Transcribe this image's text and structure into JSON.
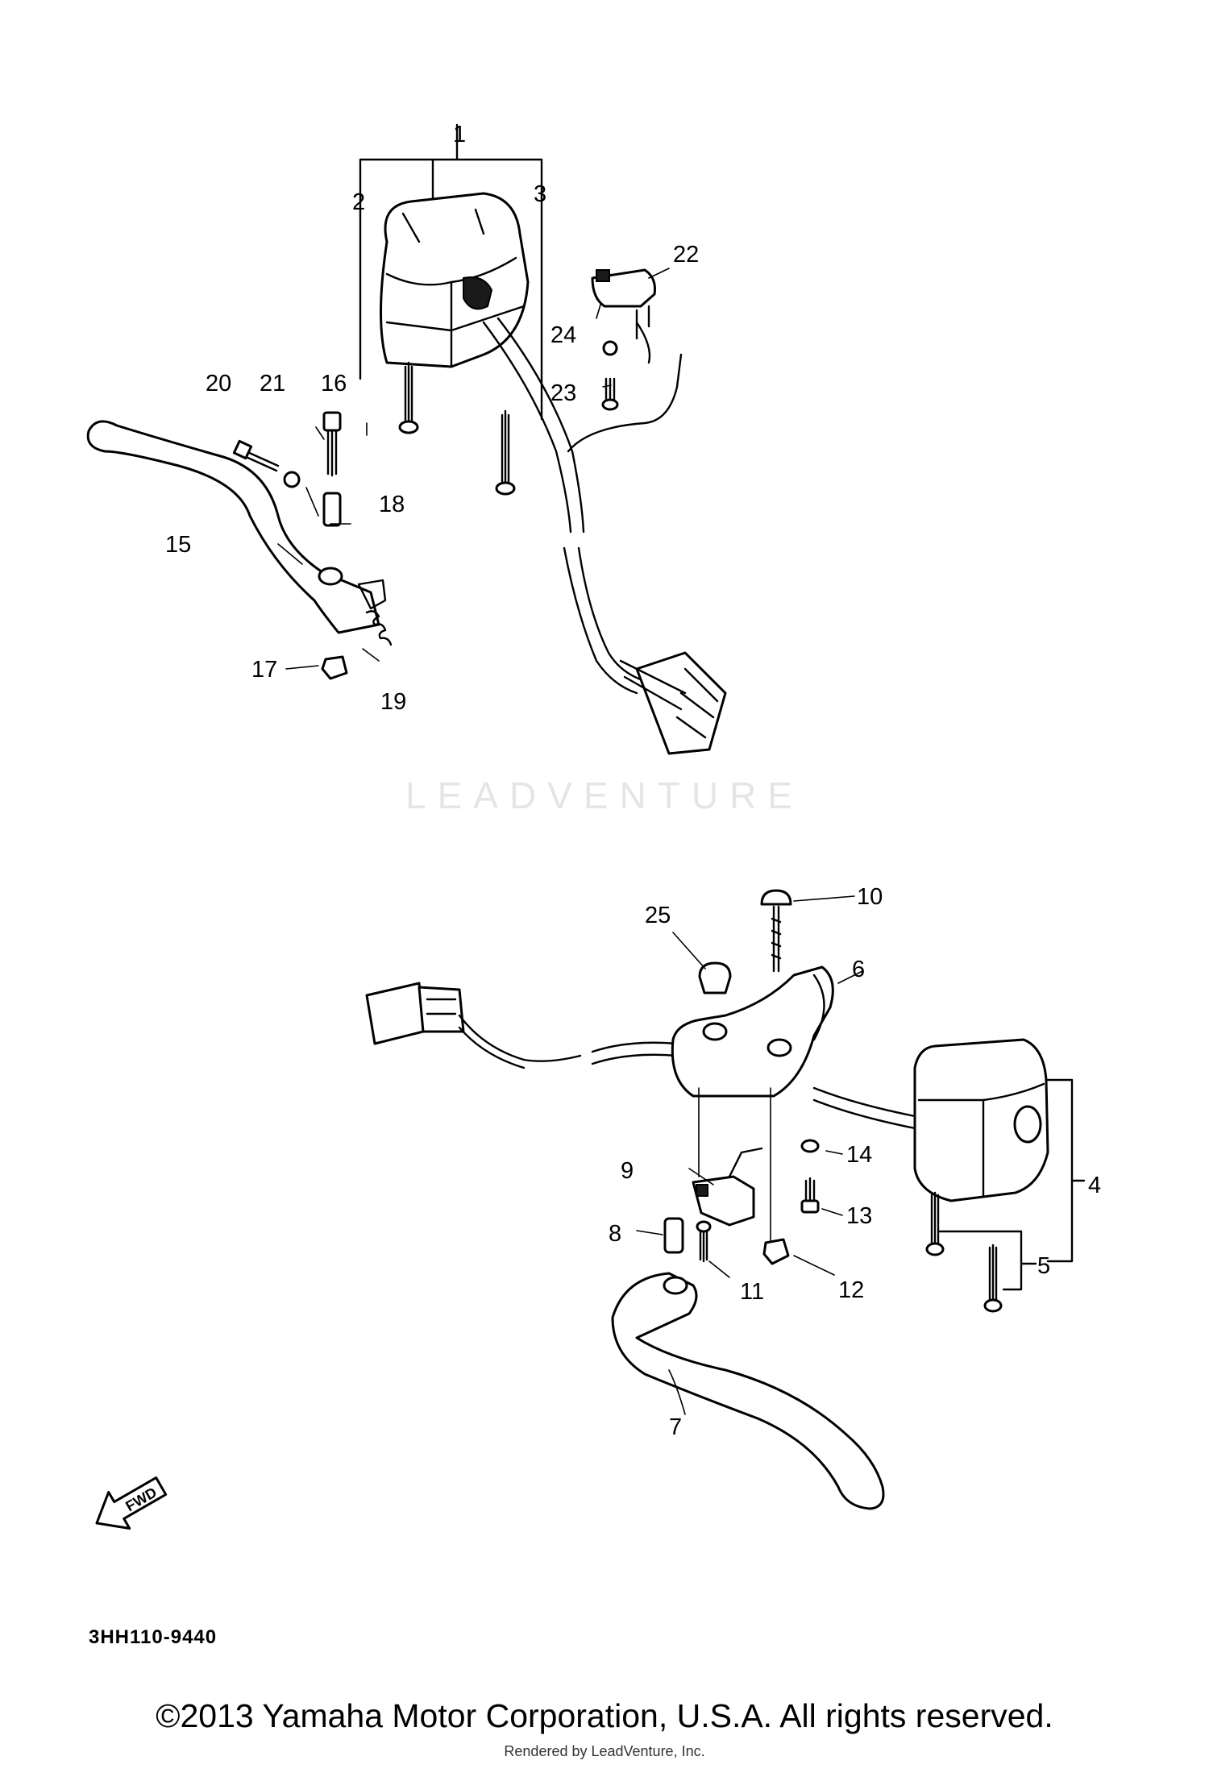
{
  "watermark": "LEADVENTURE",
  "upper_assembly": {
    "labels": [
      "1",
      "2",
      "3",
      "15",
      "16",
      "17",
      "18",
      "19",
      "20",
      "21",
      "22",
      "23",
      "24"
    ]
  },
  "lower_assembly": {
    "labels": [
      "4",
      "5",
      "6",
      "7",
      "8",
      "9",
      "10",
      "11",
      "12",
      "13",
      "14",
      "25"
    ]
  },
  "fwd_arrow": {
    "label": "FWD",
    "icon": "forward-direction-arrow-icon"
  },
  "catalog_code": "3HH110-9440",
  "footer": {
    "copyright": "©2013 Yamaha Motor Corporation, U.S.A. All rights reserved.",
    "rendered_by": "Rendered by LeadVenture, Inc."
  }
}
